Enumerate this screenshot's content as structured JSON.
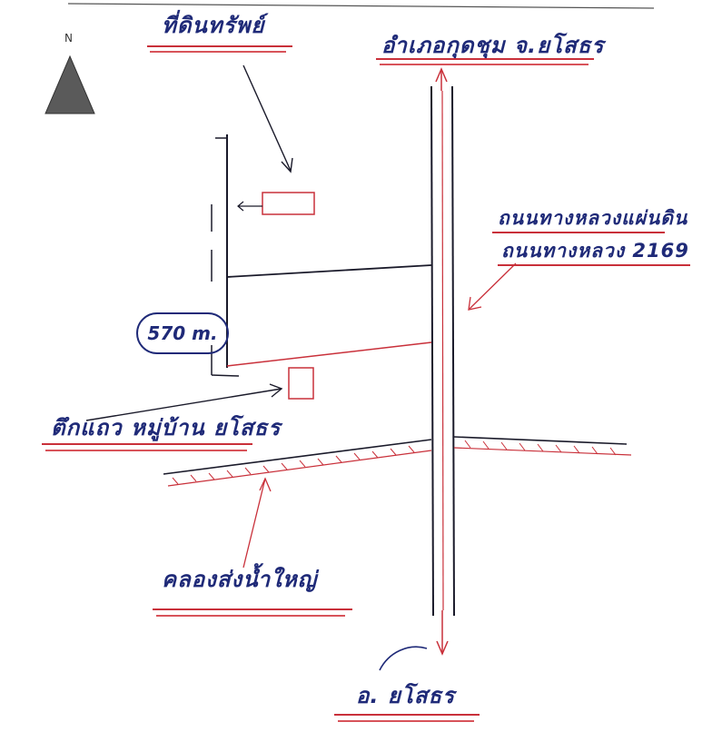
{
  "north": {
    "label": "N"
  },
  "labels": {
    "top_left": "ที่ดินทรัพย์",
    "top_center": "อำเภอกุดชุม จ.ยโสธร",
    "road_name_line1": "ถนนทางหลวงแผ่นดิน",
    "road_name_line2": "ถนนทางหลวง 2169",
    "distance": "570 m.",
    "bottom_left": "ตึกแถว หมู่บ้าน ยโสธร",
    "canal": "คลองส่งน้ำใหญ่",
    "bottom_center": "อ. ยโสธร"
  },
  "colors": {
    "ink": "#1f2a78",
    "red": "#c9303a",
    "dark_line": "#1a1a2a",
    "north_arrow": "#5a5a5a"
  }
}
